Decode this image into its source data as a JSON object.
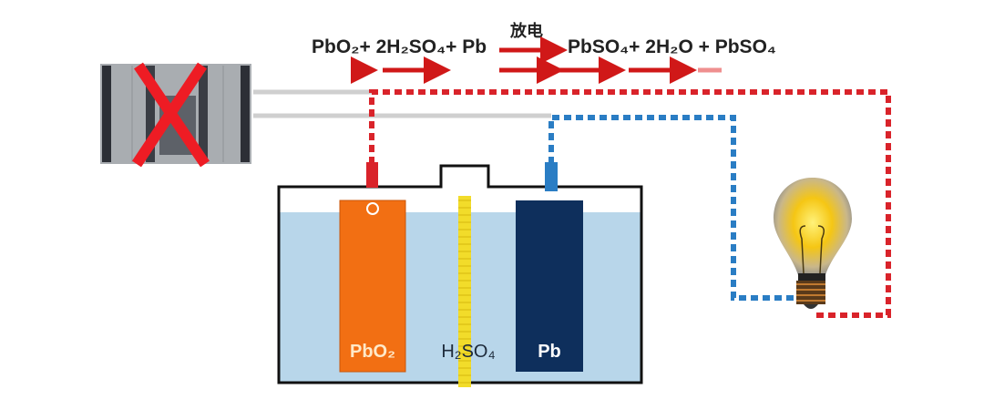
{
  "equation": {
    "left": "PbO₂+ 2H₂SO₄+ Pb",
    "condition": "放电",
    "right": "PbSO₄+ 2H₂O + PbSO₄"
  },
  "labels": {
    "positive_plate": "PbO₂",
    "electrolyte": "H₂SO₄",
    "negative_plate": "Pb"
  },
  "colors": {
    "positive_wire": "#d9232a",
    "negative_wire": "#2a7dc4",
    "positive_plate": "#f26f13",
    "negative_plate": "#0e2f5c",
    "electrolyte": "#b8d6ea",
    "separator": "#f2dc2a"
  }
}
